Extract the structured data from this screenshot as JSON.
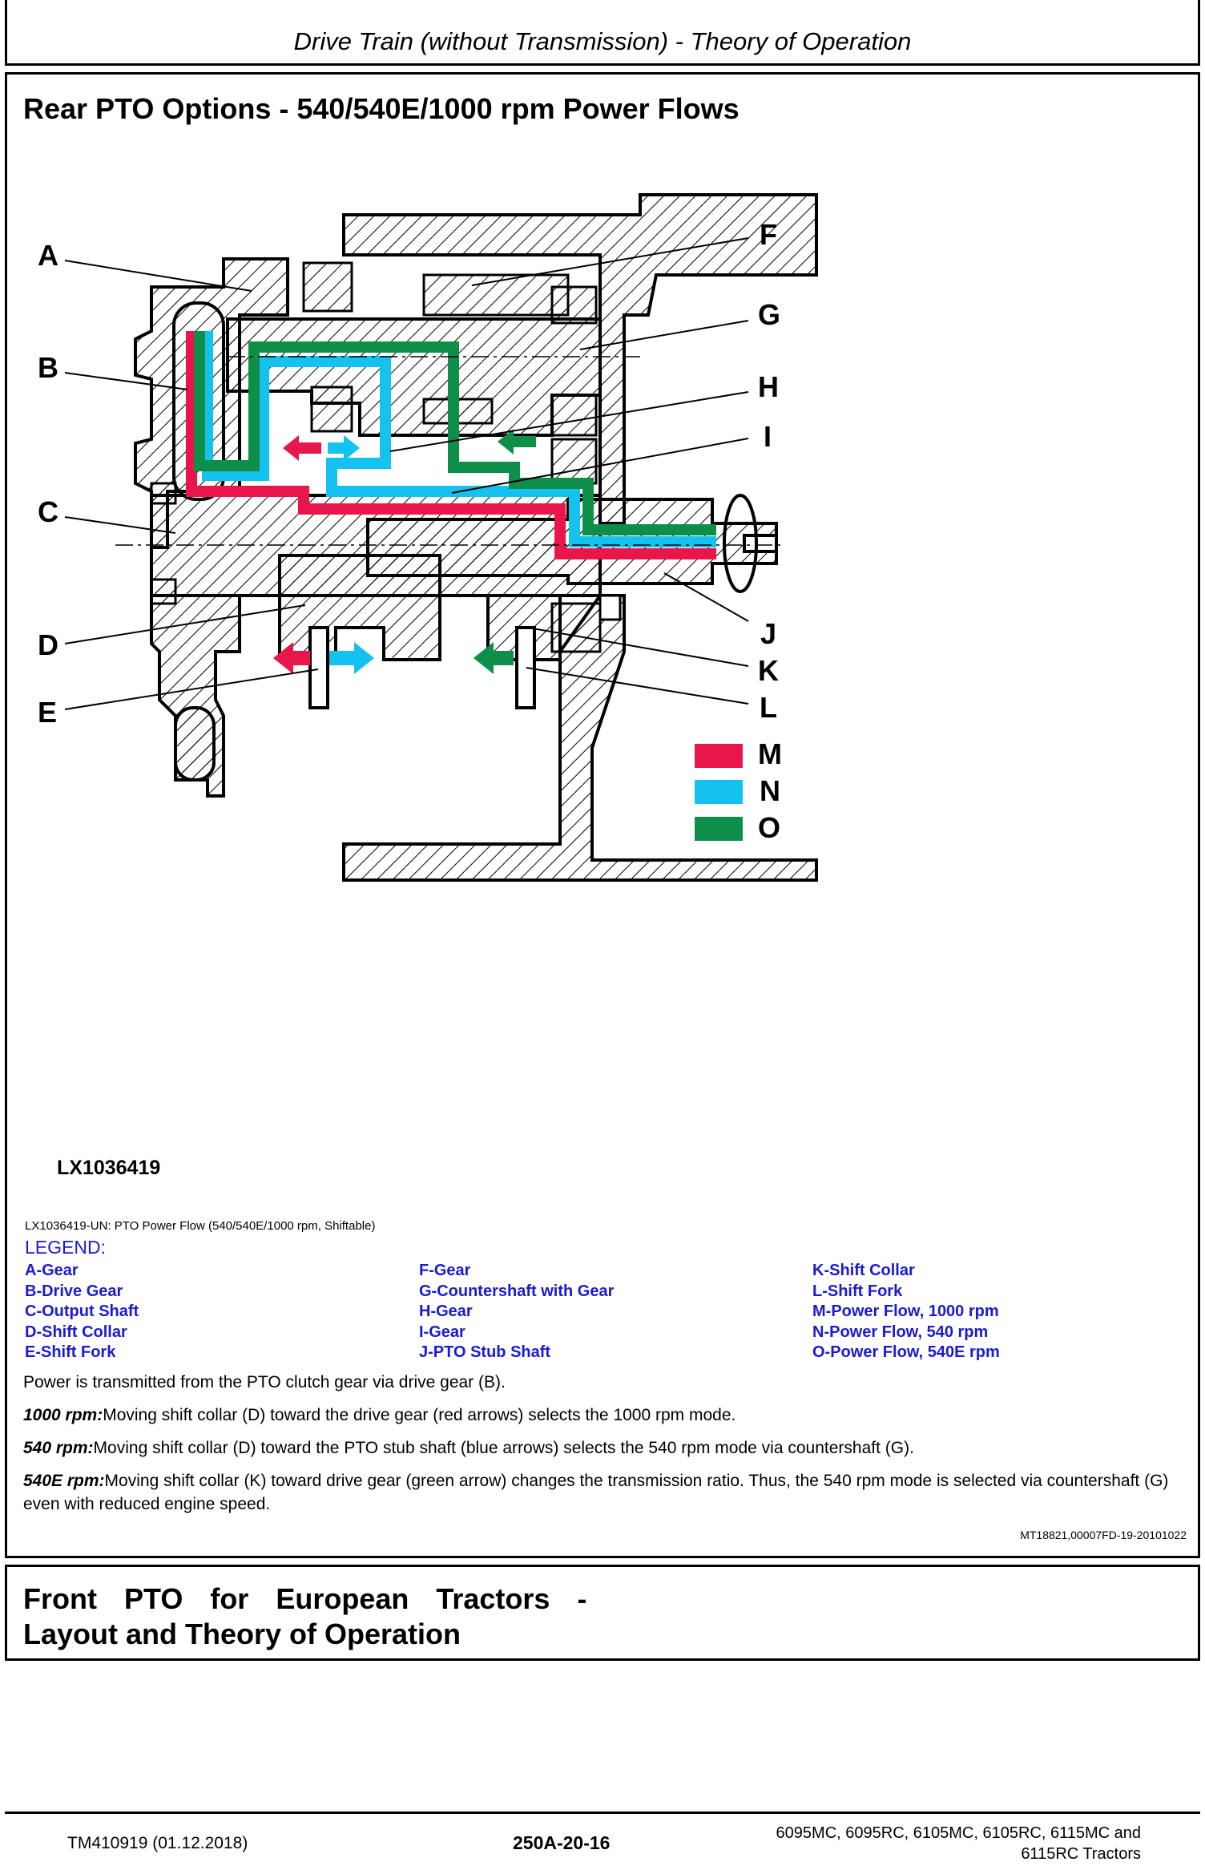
{
  "header": {
    "title": "Drive Train (without Transmission) - Theory of Operation"
  },
  "section": {
    "title": "Rear PTO Options - 540/540E/1000 rpm Power Flows"
  },
  "figure": {
    "id": "LX1036419",
    "caption": "LX1036419-UN: PTO Power Flow (540/540E/1000 rpm, Shiftable)",
    "callouts": [
      "A",
      "B",
      "C",
      "D",
      "E",
      "F",
      "G",
      "H",
      "I",
      "J",
      "K",
      "L",
      "M",
      "N",
      "O"
    ],
    "colors": {
      "M": "#e8164a",
      "N": "#15c2ef",
      "O": "#0e8f49"
    }
  },
  "legend": {
    "title": "LEGEND:",
    "items": [
      "A-Gear",
      "B-Drive Gear",
      "C-Output Shaft",
      "D-Shift Collar",
      "E-Shift Fork",
      "F-Gear",
      "G-Countershaft with Gear",
      "H-Gear",
      "I-Gear",
      "J-PTO Stub Shaft",
      "K-Shift Collar",
      "L-Shift Fork",
      "M-Power Flow, 1000 rpm",
      "N-Power Flow, 540 rpm",
      "O-Power Flow, 540E rpm"
    ]
  },
  "paragraphs": {
    "p1": "Power is transmitted from the PTO clutch gear via drive gear (B).",
    "p2_lead": "1000 rpm:",
    "p2": "Moving shift collar (D) toward the drive gear (red arrows) selects the 1000 rpm mode.",
    "p3_lead": "540 rpm:",
    "p3": "Moving shift collar (D) toward the PTO stub shaft (blue arrows) selects the 540 rpm mode via countershaft (G).",
    "p4_lead": "540E rpm:",
    "p4": "Moving shift collar (K) toward drive gear (green arrow) changes the transmission ratio. Thus, the 540 rpm mode is selected via countershaft (G) even with reduced engine speed."
  },
  "ref_code": "MT18821,00007FD-19-20101022",
  "front_section": {
    "title_words": [
      "Front",
      "PTO",
      "for",
      "European",
      "Tractors",
      "-"
    ],
    "title_line2": "Layout and Theory of Operation"
  },
  "footer": {
    "left": "TM410919 (01.12.2018)",
    "center": "250A-20-16",
    "right_line1": "6095MC, 6095RC, 6105MC, 6105RC, 6115MC and",
    "right_line2": "6115RC Tractors"
  }
}
